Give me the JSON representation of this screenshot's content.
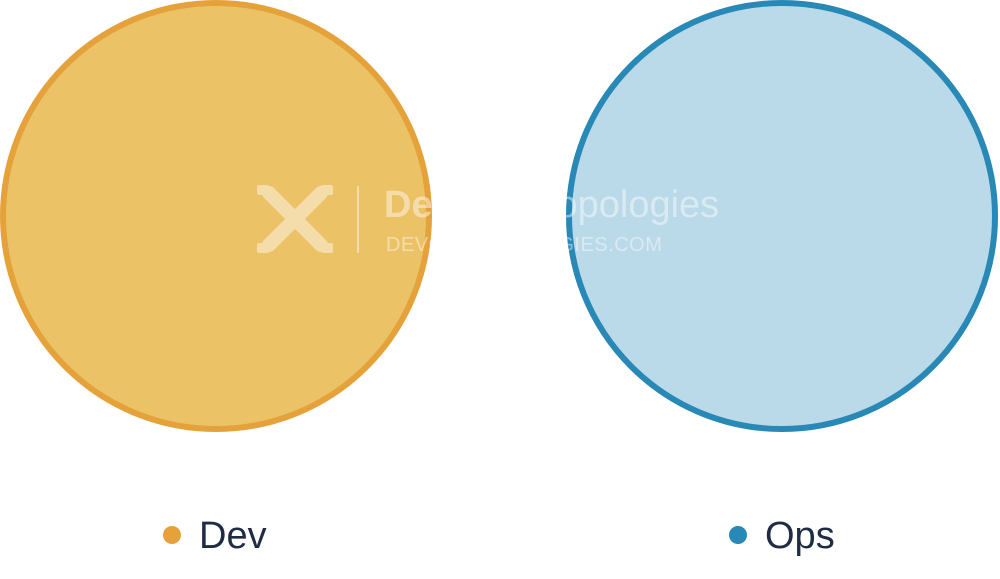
{
  "sets": [
    {
      "label": "Dev",
      "fill": "#ebc265",
      "stroke": "#e6a23a",
      "legend_dot": "#e6a23a"
    },
    {
      "label": "Ops",
      "fill": "#bad9e9",
      "stroke": "#2888b6",
      "legend_dot": "#2888b6"
    }
  ],
  "watermark": {
    "title_bold": "DevOps",
    "title_light": " Topologies",
    "url": "DEVOPSTOPOLOGIES.COM",
    "icon": "gear-x-logo-icon",
    "color": "#ffffff"
  },
  "legend_text_color": "#1f2c44"
}
